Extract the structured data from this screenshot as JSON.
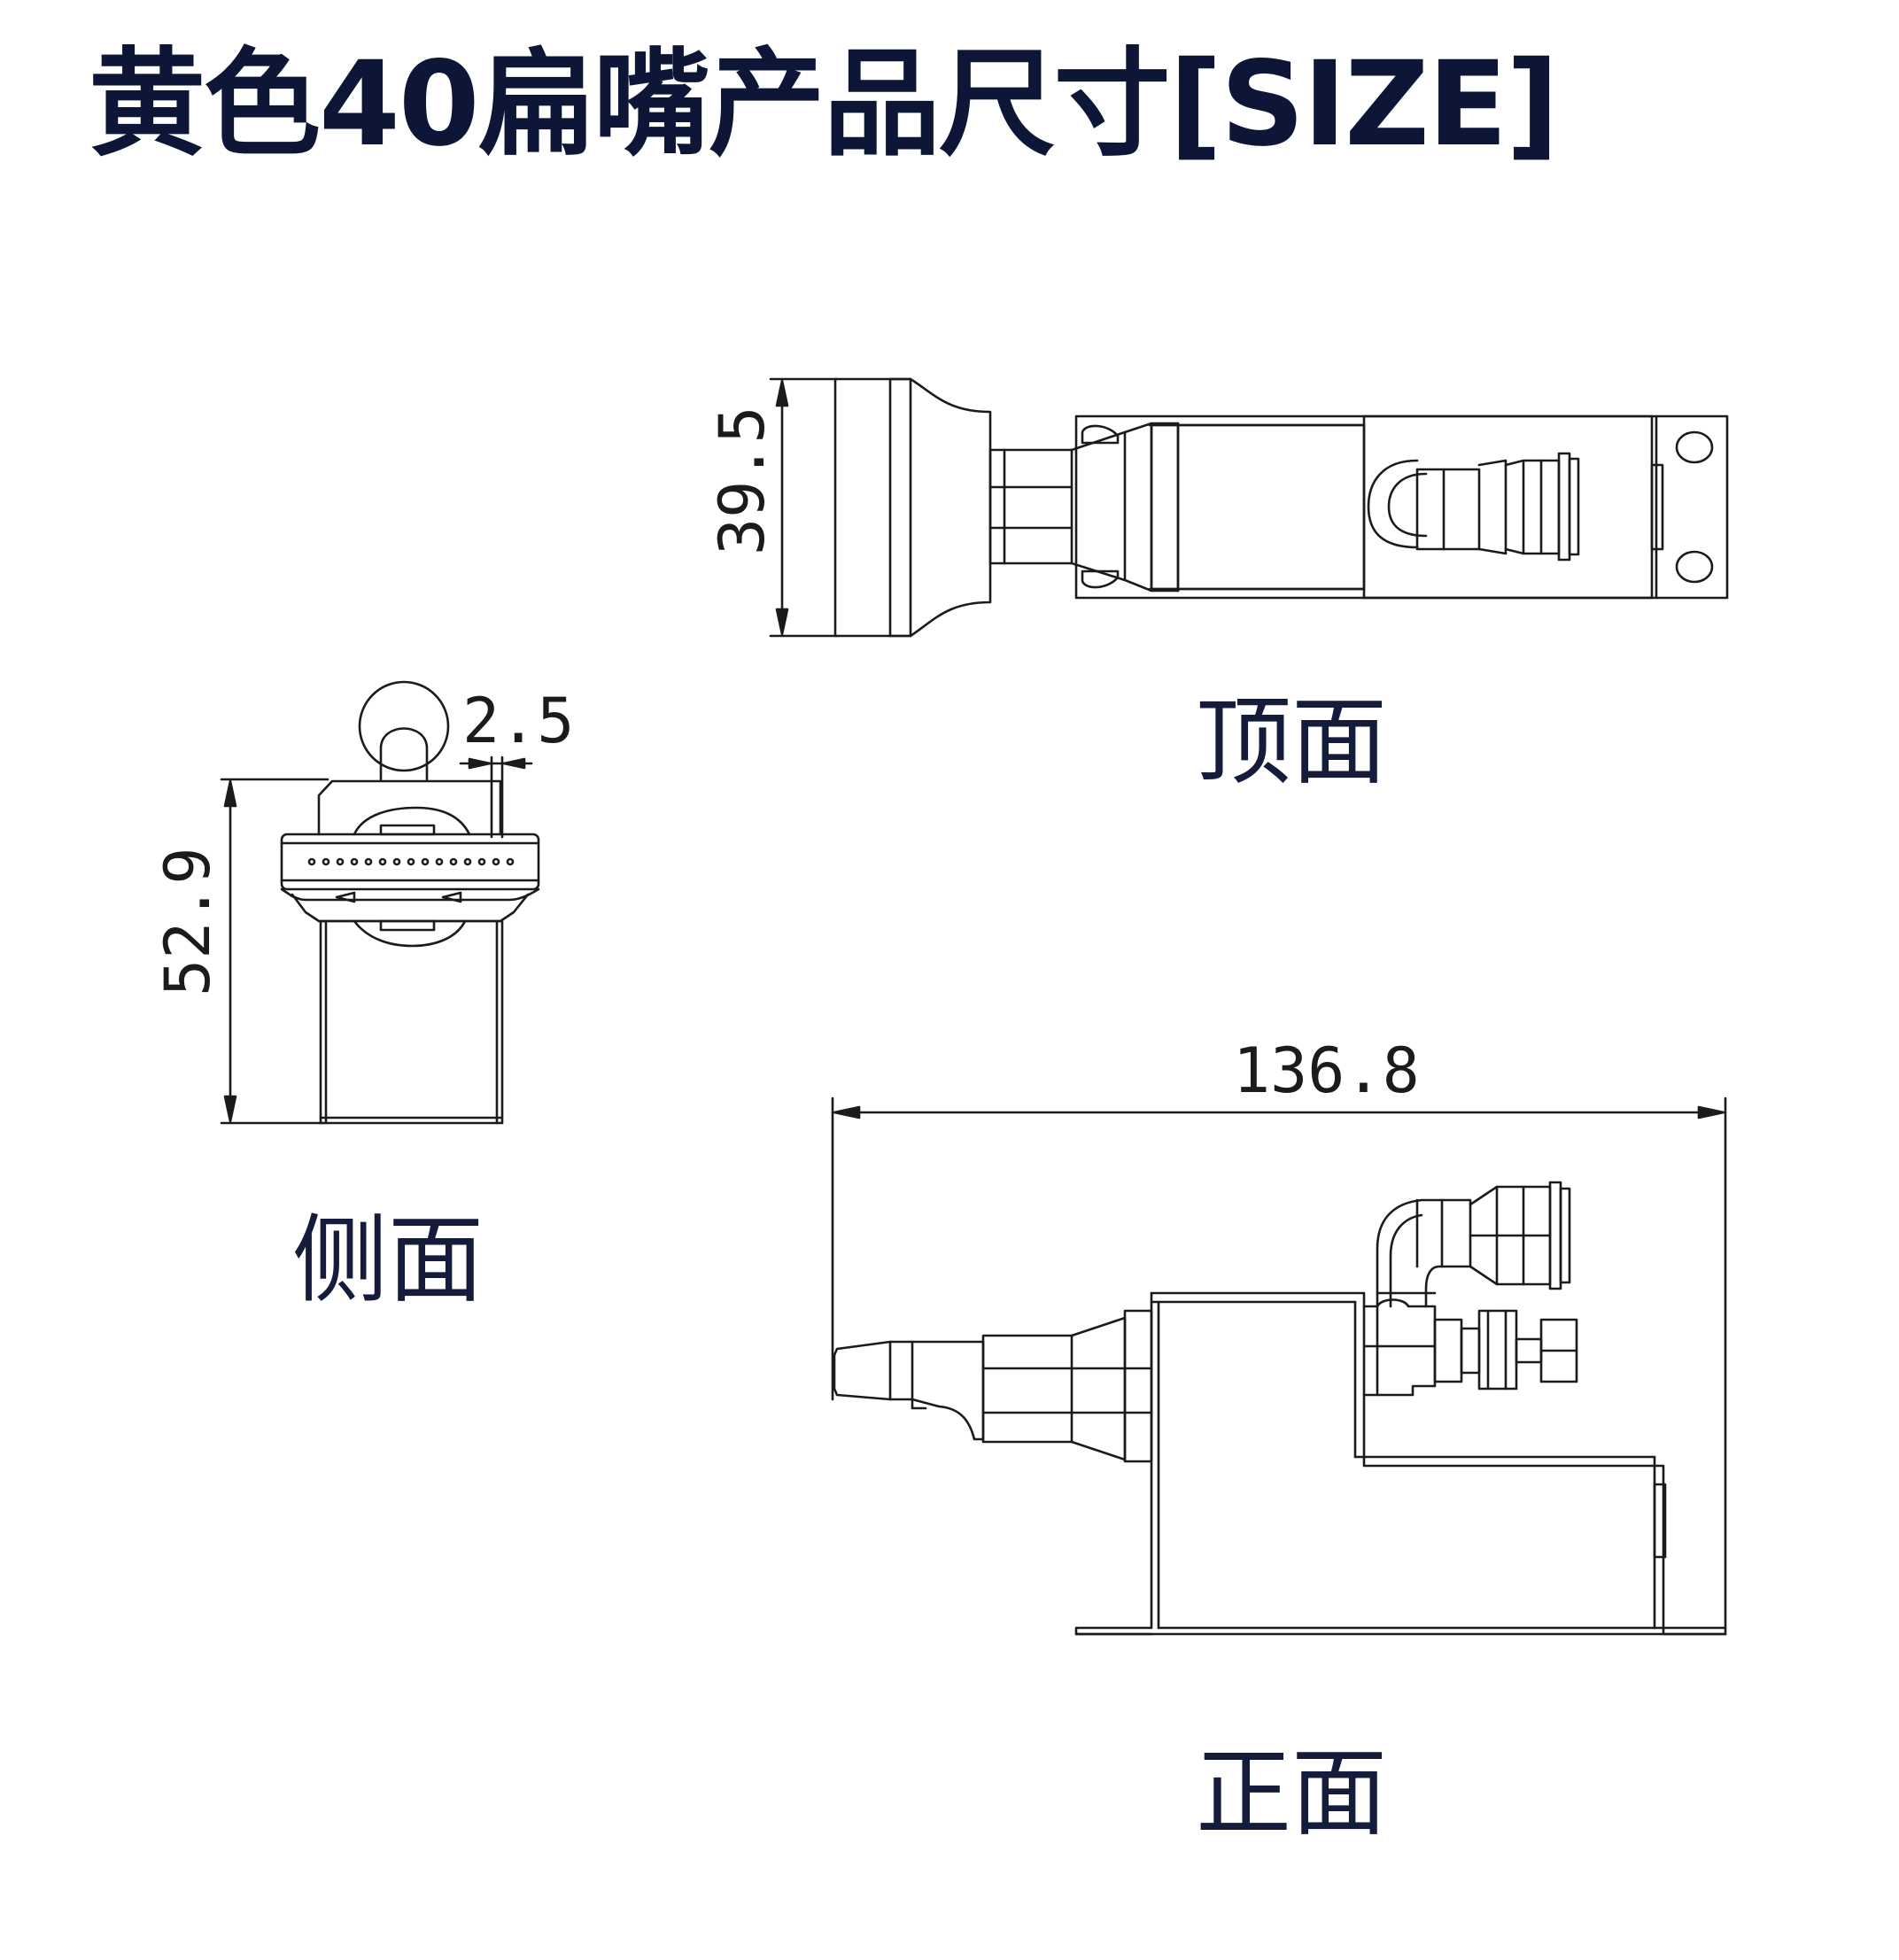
{
  "title": "黄色40扁嘴产品尺寸[SIZE]",
  "colors": {
    "title": "#0e1638",
    "line": "#1b1b1b",
    "background": "#ffffff"
  },
  "views": {
    "top": {
      "label": "顶面",
      "dimension": "39.5"
    },
    "side": {
      "label": "侧面",
      "dimension_height": "52.9",
      "dimension_gap": "2.5"
    },
    "front": {
      "label": "正面",
      "dimension": "136.8"
    }
  }
}
